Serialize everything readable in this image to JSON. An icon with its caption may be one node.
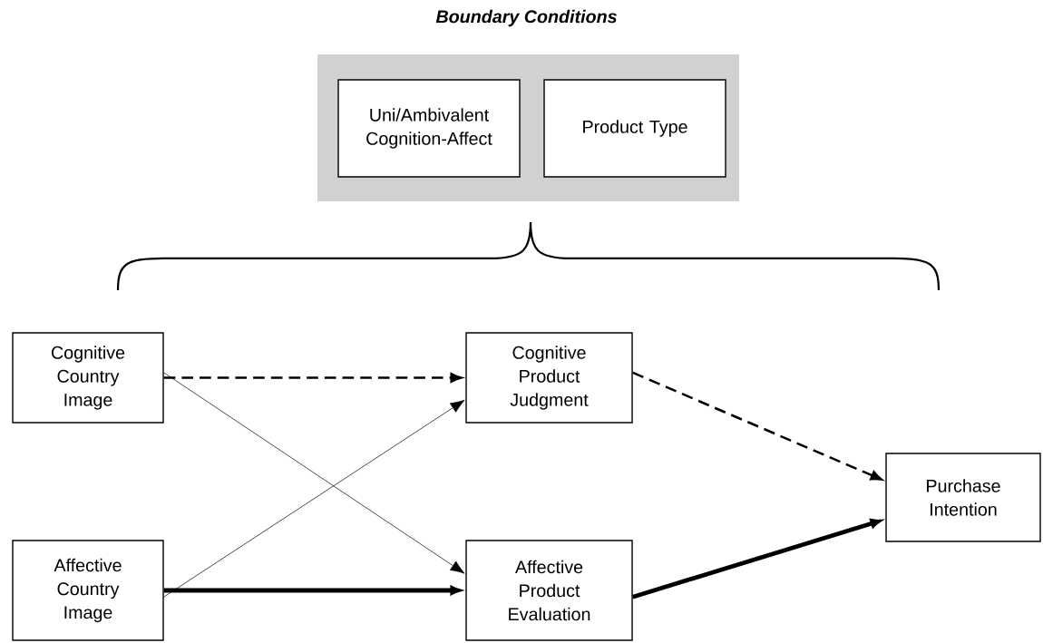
{
  "diagram": {
    "nodes": [
      {
        "text": [
          "Boundary Conditions"
        ]
      },
      {
        "text": [
          "Uni/Ambivalent Cognition-Affect"
        ],
        "in": 0
      },
      {
        "text": [
          "Product Type"
        ],
        "in": 0
      },
      {
        "text": [
          "Cognitive Country Image"
        ]
      },
      {
        "text": [
          "Cognitive Product Judgment"
        ]
      },
      {
        "text": [
          "Purchase Intention"
        ]
      },
      {
        "text": [
          "Affective Country Image"
        ]
      },
      {
        "text": [
          "Affective Product Evaluation"
        ]
      }
    ],
    "edges": [
      {
        "from": 3,
        "to": 4,
        "arrow": "to",
        "style": "dashed"
      },
      {
        "from": 3,
        "to": 7,
        "arrow": "to"
      },
      {
        "from": 6,
        "to": 4,
        "arrow": "to"
      },
      {
        "from": 6,
        "to": 7,
        "arrow": "to",
        "style": "thick"
      },
      {
        "from": 4,
        "to": 5,
        "arrow": "to",
        "style": "dashed"
      },
      {
        "from": 7,
        "to": 5,
        "arrow": "to",
        "style": "thick"
      }
    ]
  }
}
